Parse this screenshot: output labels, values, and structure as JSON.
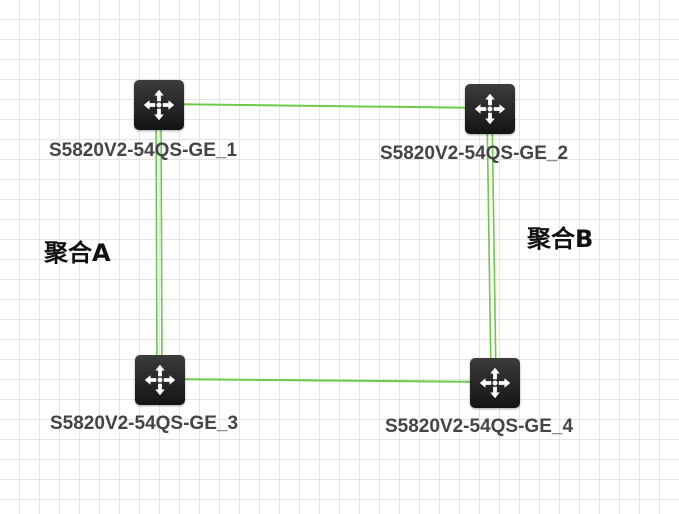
{
  "colors": {
    "link": "#6cc94a",
    "device_bg": "#222222",
    "device_icon": "#ffffff",
    "label": "#444444",
    "group_label": "#111111"
  },
  "nodes": [
    {
      "id": "sw1",
      "label": "S5820V2-54QS-GE_1",
      "icon": "switch-icon"
    },
    {
      "id": "sw2",
      "label": "S5820V2-54QS-GE_2",
      "icon": "switch-icon"
    },
    {
      "id": "sw3",
      "label": "S5820V2-54QS-GE_3",
      "icon": "switch-icon"
    },
    {
      "id": "sw4",
      "label": "S5820V2-54QS-GE_4",
      "icon": "switch-icon"
    }
  ],
  "links": [
    {
      "from": "sw1",
      "to": "sw2",
      "style": "single"
    },
    {
      "from": "sw3",
      "to": "sw4",
      "style": "single"
    },
    {
      "from": "sw1",
      "to": "sw3",
      "style": "double"
    },
    {
      "from": "sw2",
      "to": "sw4",
      "style": "double"
    }
  ],
  "groups": [
    {
      "label": "聚合A"
    },
    {
      "label": "聚合B"
    }
  ]
}
